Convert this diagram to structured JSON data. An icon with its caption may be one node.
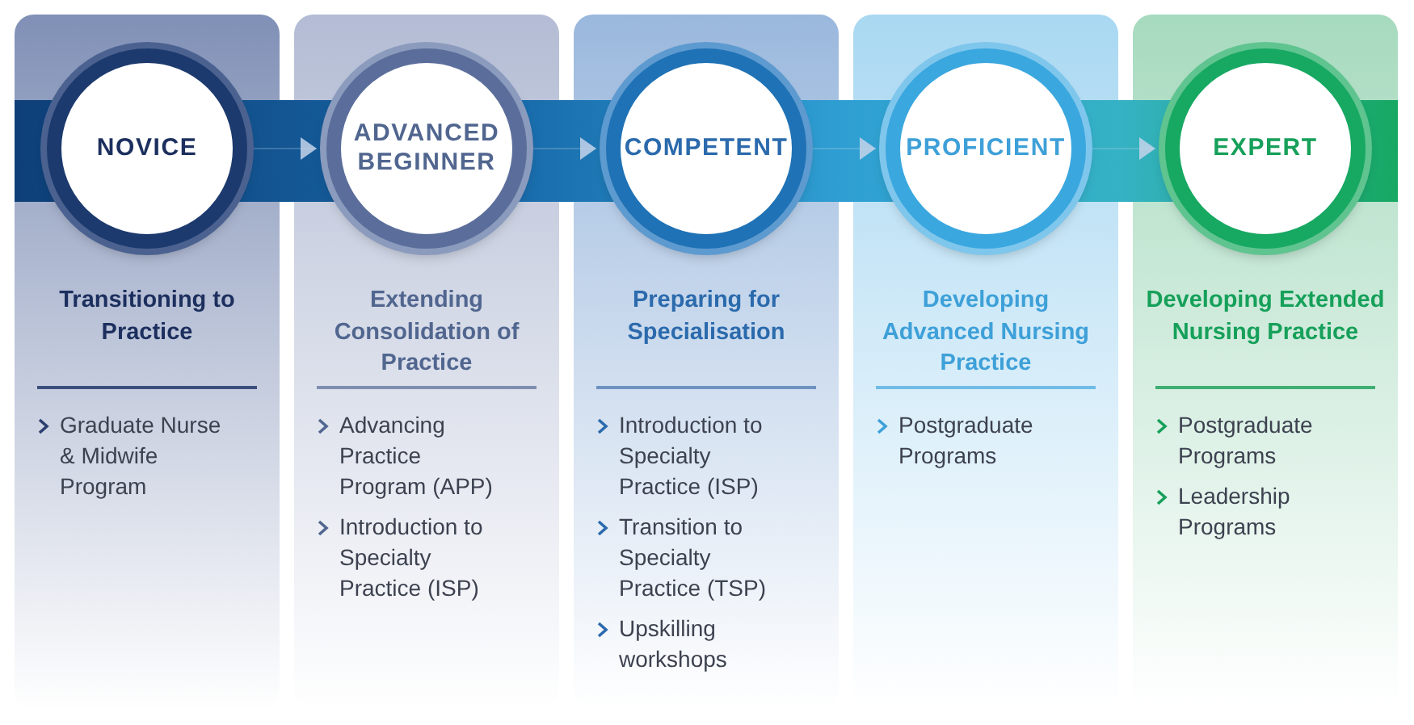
{
  "diagram": {
    "nodes": [
      {
        "text": [
          "Transitioning to Practice",
          "Graduate Nurse & Midwife Program"
        ]
      },
      {
        "text": [
          "NOVICE"
        ],
        "in": 0
      },
      {
        "text": [
          "Extending Consolidation of Practice",
          "Advancing Practice Program (APP)",
          "Introduction to Specialty Practice (ISP)"
        ]
      },
      {
        "text": [
          "ADVANCED BEGINNER"
        ],
        "in": 2
      },
      {
        "text": [
          "Preparing for Specialisation",
          "Introduction to Specialty Practice (ISP)",
          "Transition to Specialty Practice (TSP)",
          "Upskilling workshops"
        ]
      },
      {
        "text": [
          "COMPETENT"
        ],
        "in": 4
      },
      {
        "text": [
          "Developing Advanced Nursing Practice",
          "Postgraduate Programs"
        ]
      },
      {
        "text": [
          "PROFICIENT"
        ],
        "in": 6
      },
      {
        "text": [
          "Developing Extended Nursing Practice",
          "Postgraduate Programs",
          "Leadership Programs"
        ]
      },
      {
        "text": [
          "EXPERT"
        ],
        "in": 8
      }
    ],
    "edges": [
      {
        "from": 1,
        "to": 3,
        "arrow": "to"
      },
      {
        "from": 3,
        "to": 5,
        "arrow": "to"
      },
      {
        "from": 5,
        "to": 7,
        "arrow": "to"
      },
      {
        "from": 7,
        "to": 9,
        "arrow": "to"
      }
    ]
  }
}
